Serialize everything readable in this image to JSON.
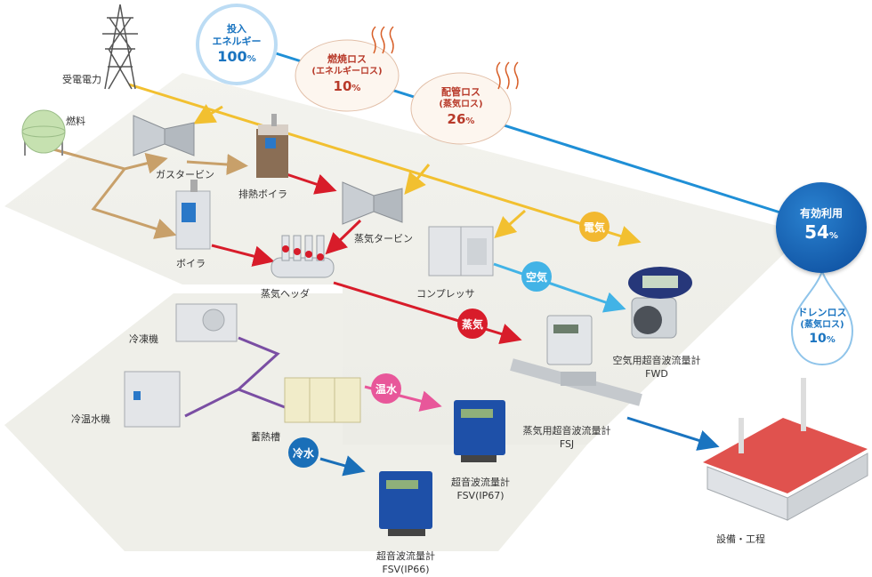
{
  "energy_input": {
    "title": "投入\nエネルギー",
    "value": "100",
    "unit": "%"
  },
  "combustion_loss": {
    "title": "燃焼ロス",
    "sub": "(エネルギーロス)",
    "value": "10",
    "unit": "%"
  },
  "piping_loss": {
    "title": "配管ロス",
    "sub": "(蒸気ロス)",
    "value": "26",
    "unit": "%"
  },
  "effective_use": {
    "title": "有効利用",
    "value": "54",
    "unit": "%"
  },
  "drain_loss": {
    "title": "ドレンロス",
    "sub": "(蒸気ロス)",
    "value": "10",
    "unit": "%"
  },
  "labels": {
    "power_receiving": "受電電力",
    "fuel": "燃料",
    "gas_turbine": "ガスタービン",
    "waste_heat_boiler": "排熱ボイラ",
    "boiler": "ボイラ",
    "steam_turbine": "蒸気タービン",
    "steam_header": "蒸気ヘッダ",
    "compressor": "コンプレッサ",
    "refrigerator": "冷凍機",
    "chiller_heater": "冷温水機",
    "heat_storage": "蓄熱槽",
    "air_meter": "空気用超音波流量計\nFWD",
    "steam_meter": "蒸気用超音波流量計\nFSJ",
    "fsv67": "超音波流量計\nFSV(IP67)",
    "fsv66": "超音波流量計\nFSV(IP66)",
    "facility": "設備・工程"
  },
  "flow_tags": {
    "electricity": "電気",
    "air": "空気",
    "steam": "蒸気",
    "hot_water": "温水",
    "cold_water": "冷水"
  },
  "colors": {
    "electricity": "#f2c030",
    "fuel": "#c8a06a",
    "steam": "#d81c2a",
    "air": "#42b3e6",
    "refrig": "#7a4ea3",
    "hot_water": "#e8579a",
    "cold_water": "#1a6fb8",
    "energy_line": "#1f8fd6"
  }
}
